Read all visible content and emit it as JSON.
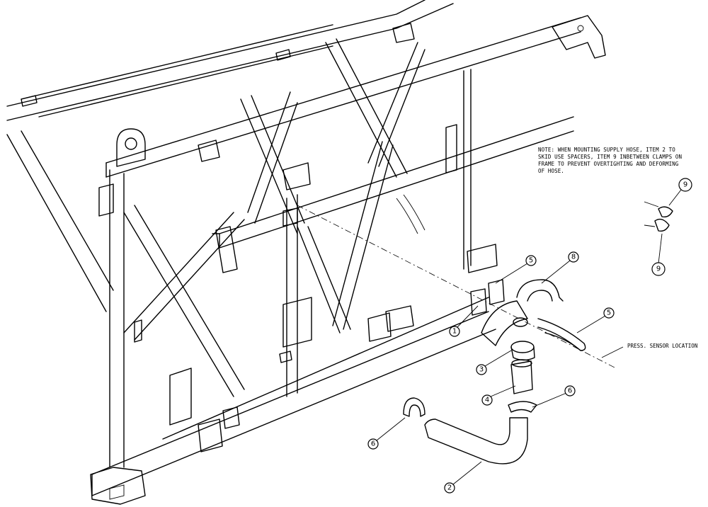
{
  "note": {
    "lines": [
      "NOTE: WHEN MOUNTING SUPPLY HOSE, ITEM 2 TO",
      "SKID USE SPACERS, ITEM 9 INBETWEEN CLAMPS ON",
      "FRAME TO PREVENT OVERTIGHTING AND DEFORMING",
      "OF HOSE."
    ]
  },
  "sensor_label": "PRESS. SENSOR LOCATION",
  "callouts": [
    "9",
    "9",
    "5",
    "8",
    "5",
    "1",
    "3",
    "4",
    "6",
    "6",
    "2"
  ]
}
